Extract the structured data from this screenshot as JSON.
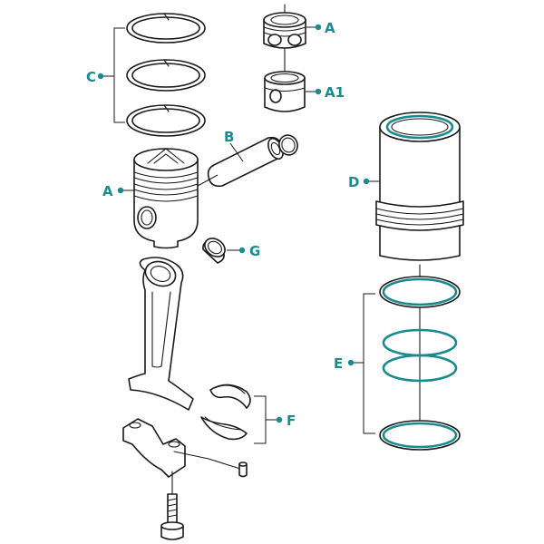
{
  "labels": {
    "A_top": "A",
    "A1": "A1",
    "C": "C",
    "B": "B",
    "A_main": "A",
    "D": "D",
    "G": "G",
    "E": "E",
    "F": "F"
  },
  "colors": {
    "accent": "#1a8a8f",
    "line": "#1a1a1a",
    "background": "#ffffff"
  }
}
